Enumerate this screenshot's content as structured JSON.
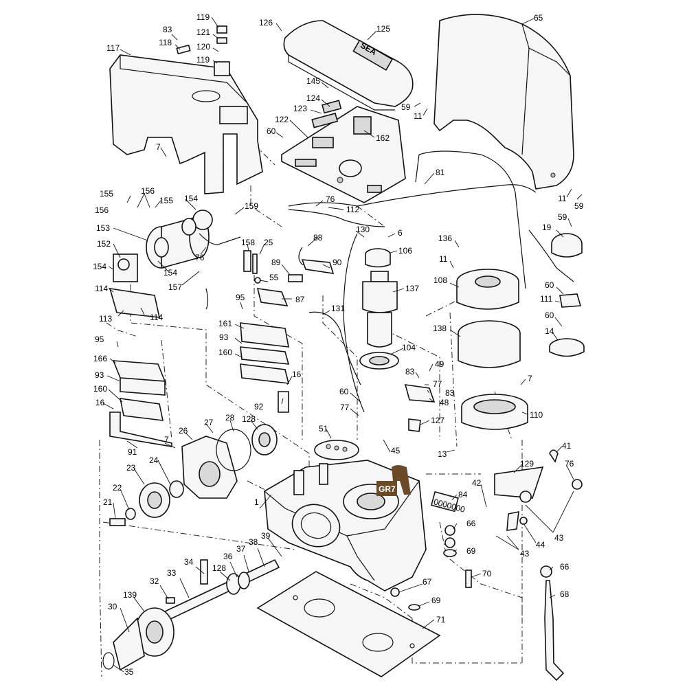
{
  "callouts": [
    {
      "id": "c126a",
      "text": "126"
    },
    {
      "id": "c125",
      "text": "125"
    },
    {
      "id": "c65",
      "text": "65"
    },
    {
      "id": "c119a",
      "text": "119"
    },
    {
      "id": "c121",
      "text": "121"
    },
    {
      "id": "c120",
      "text": "120"
    },
    {
      "id": "c119b",
      "text": "119"
    },
    {
      "id": "c83a",
      "text": "83"
    },
    {
      "id": "c118",
      "text": "118"
    },
    {
      "id": "c117",
      "text": "117"
    },
    {
      "id": "c145",
      "text": "145"
    },
    {
      "id": "c124",
      "text": "124"
    },
    {
      "id": "c123",
      "text": "123"
    },
    {
      "id": "c122",
      "text": "122"
    },
    {
      "id": "c60a",
      "text": "60"
    },
    {
      "id": "c162",
      "text": "162"
    },
    {
      "id": "c59a",
      "text": "59"
    },
    {
      "id": "c11a",
      "text": "11"
    },
    {
      "id": "c7a",
      "text": "7"
    },
    {
      "id": "c81",
      "text": "81"
    },
    {
      "id": "c11b",
      "text": "11"
    },
    {
      "id": "c59b",
      "text": "59"
    },
    {
      "id": "c155a",
      "text": "155"
    },
    {
      "id": "c156a",
      "text": "156"
    },
    {
      "id": "c156b",
      "text": "156"
    },
    {
      "id": "c155b",
      "text": "155"
    },
    {
      "id": "c154a",
      "text": "154"
    },
    {
      "id": "c159",
      "text": "159"
    },
    {
      "id": "c76a",
      "text": "76"
    },
    {
      "id": "c112",
      "text": "112"
    },
    {
      "id": "c153",
      "text": "153"
    },
    {
      "id": "c152",
      "text": "152"
    },
    {
      "id": "c154b",
      "text": "154"
    },
    {
      "id": "c154c",
      "text": "154"
    },
    {
      "id": "c76b",
      "text": "76"
    },
    {
      "id": "c157",
      "text": "157"
    },
    {
      "id": "c158",
      "text": "158"
    },
    {
      "id": "c25",
      "text": "25"
    },
    {
      "id": "c88",
      "text": "88"
    },
    {
      "id": "c130",
      "text": "130"
    },
    {
      "id": "c6",
      "text": "6"
    },
    {
      "id": "c106",
      "text": "106"
    },
    {
      "id": "c136",
      "text": "136"
    },
    {
      "id": "c59c",
      "text": "59"
    },
    {
      "id": "c19",
      "text": "19"
    },
    {
      "id": "c89",
      "text": "89"
    },
    {
      "id": "c90",
      "text": "90"
    },
    {
      "id": "c55",
      "text": "55"
    },
    {
      "id": "c11c",
      "text": "11"
    },
    {
      "id": "c108",
      "text": "108"
    },
    {
      "id": "c60b",
      "text": "60"
    },
    {
      "id": "c111",
      "text": "111"
    },
    {
      "id": "c60c",
      "text": "60"
    },
    {
      "id": "c14",
      "text": "14"
    },
    {
      "id": "c114a",
      "text": "114"
    },
    {
      "id": "c113",
      "text": "113"
    },
    {
      "id": "c114b",
      "text": "114"
    },
    {
      "id": "c95a",
      "text": "95"
    },
    {
      "id": "c87",
      "text": "87"
    },
    {
      "id": "c137",
      "text": "137"
    },
    {
      "id": "c131",
      "text": "131"
    },
    {
      "id": "c161",
      "text": "161"
    },
    {
      "id": "c93a",
      "text": "93"
    },
    {
      "id": "c160a",
      "text": "160"
    },
    {
      "id": "c138",
      "text": "138"
    },
    {
      "id": "c95b",
      "text": "95"
    },
    {
      "id": "c166",
      "text": "166"
    },
    {
      "id": "c93b",
      "text": "93"
    },
    {
      "id": "c160b",
      "text": "160"
    },
    {
      "id": "c16a",
      "text": "16"
    },
    {
      "id": "c104",
      "text": "104"
    },
    {
      "id": "c49",
      "text": "49"
    },
    {
      "id": "c83b",
      "text": "83"
    },
    {
      "id": "c77a",
      "text": "77"
    },
    {
      "id": "c83c",
      "text": "83"
    },
    {
      "id": "c48",
      "text": "48"
    },
    {
      "id": "c7b",
      "text": "7"
    },
    {
      "id": "c16b",
      "text": "16"
    },
    {
      "id": "c92",
      "text": "92"
    },
    {
      "id": "c60d",
      "text": "60"
    },
    {
      "id": "c77b",
      "text": "77"
    },
    {
      "id": "c110",
      "text": "110"
    },
    {
      "id": "c127",
      "text": "127"
    },
    {
      "id": "c27",
      "text": "27"
    },
    {
      "id": "c28",
      "text": "28"
    },
    {
      "id": "c128a",
      "text": "128"
    },
    {
      "id": "c26",
      "text": "26"
    },
    {
      "id": "c7c",
      "text": "7"
    },
    {
      "id": "c91",
      "text": "91"
    },
    {
      "id": "c51",
      "text": "51"
    },
    {
      "id": "c45",
      "text": "45"
    },
    {
      "id": "c13",
      "text": "13"
    },
    {
      "id": "c41",
      "text": "41"
    },
    {
      "id": "c24",
      "text": "24"
    },
    {
      "id": "c23",
      "text": "23"
    },
    {
      "id": "c129",
      "text": "129"
    },
    {
      "id": "c76c",
      "text": "76"
    },
    {
      "id": "c22",
      "text": "22"
    },
    {
      "id": "c21",
      "text": "21"
    },
    {
      "id": "c1",
      "text": "1"
    },
    {
      "id": "c84",
      "text": "84"
    },
    {
      "id": "c42",
      "text": "42"
    },
    {
      "id": "c66a",
      "text": "66"
    },
    {
      "id": "c39",
      "text": "39"
    },
    {
      "id": "c43a",
      "text": "43"
    },
    {
      "id": "c44",
      "text": "44"
    },
    {
      "id": "c69a",
      "text": "69"
    },
    {
      "id": "c43b",
      "text": "43"
    },
    {
      "id": "c38",
      "text": "38"
    },
    {
      "id": "c37",
      "text": "37"
    },
    {
      "id": "c36",
      "text": "36"
    },
    {
      "id": "c34",
      "text": "34"
    },
    {
      "id": "c128b",
      "text": "128"
    },
    {
      "id": "c33",
      "text": "33"
    },
    {
      "id": "c70",
      "text": "70"
    },
    {
      "id": "c66b",
      "text": "66"
    },
    {
      "id": "c32",
      "text": "32"
    },
    {
      "id": "c67",
      "text": "67"
    },
    {
      "id": "c68",
      "text": "68"
    },
    {
      "id": "c139",
      "text": "139"
    },
    {
      "id": "c69b",
      "text": "69"
    },
    {
      "id": "c30",
      "text": "30"
    },
    {
      "id": "c71",
      "text": "71"
    },
    {
      "id": "c35",
      "text": "35"
    }
  ],
  "badge": {
    "text": "GR7",
    "color": "#6b4a2a"
  },
  "cover_logo": {
    "text": "SEA"
  },
  "label_84": {
    "text": "0000000"
  }
}
